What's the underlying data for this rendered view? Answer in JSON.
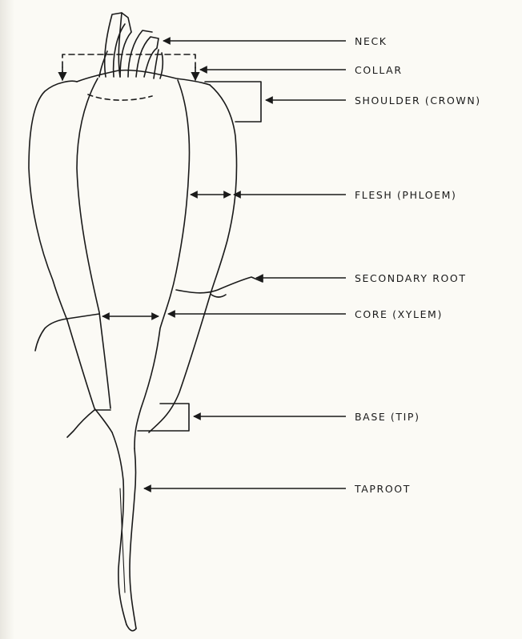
{
  "colors": {
    "paper": "#fbfaf5",
    "ink": "#1a1a1a"
  },
  "labels": {
    "neck": "NECK",
    "collar": "COLLAR",
    "shoulder": "SHOULDER (CROWN)",
    "flesh": "FLESH (PHLOEM)",
    "secondary_root": "SECONDARY ROOT",
    "core": "CORE (XYLEM)",
    "base": "BASE (TIP)",
    "taproot": "TAPROOT"
  }
}
